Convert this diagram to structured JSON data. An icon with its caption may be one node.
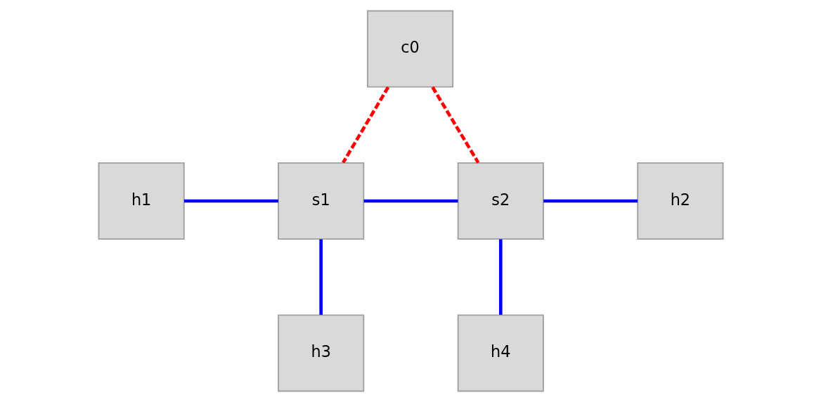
{
  "diagram": {
    "nodes": [
      {
        "text": [
          "c0"
        ]
      },
      {
        "text": [
          "h1"
        ]
      },
      {
        "text": [
          "h2"
        ]
      },
      {
        "text": [
          "s1"
        ]
      },
      {
        "text": [
          "s2"
        ]
      },
      {
        "text": [
          "h3"
        ]
      },
      {
        "text": [
          "h4"
        ]
      }
    ],
    "edges": [
      {
        "from": 0,
        "to": 3,
        "arrow": "none",
        "style": "dashed",
        "color": "#ff0000"
      },
      {
        "from": 0,
        "to": 4,
        "arrow": "none",
        "style": "dashed",
        "color": "#ff0000"
      },
      {
        "from": 1,
        "to": 3,
        "arrow": "none"
      },
      {
        "from": 3,
        "to": 4,
        "arrow": "none"
      },
      {
        "from": 4,
        "to": 2,
        "arrow": "none"
      },
      {
        "from": 5,
        "to": 3,
        "arrow": "none"
      },
      {
        "from": 4,
        "to": 6,
        "arrow": "none"
      }
    ]
  }
}
